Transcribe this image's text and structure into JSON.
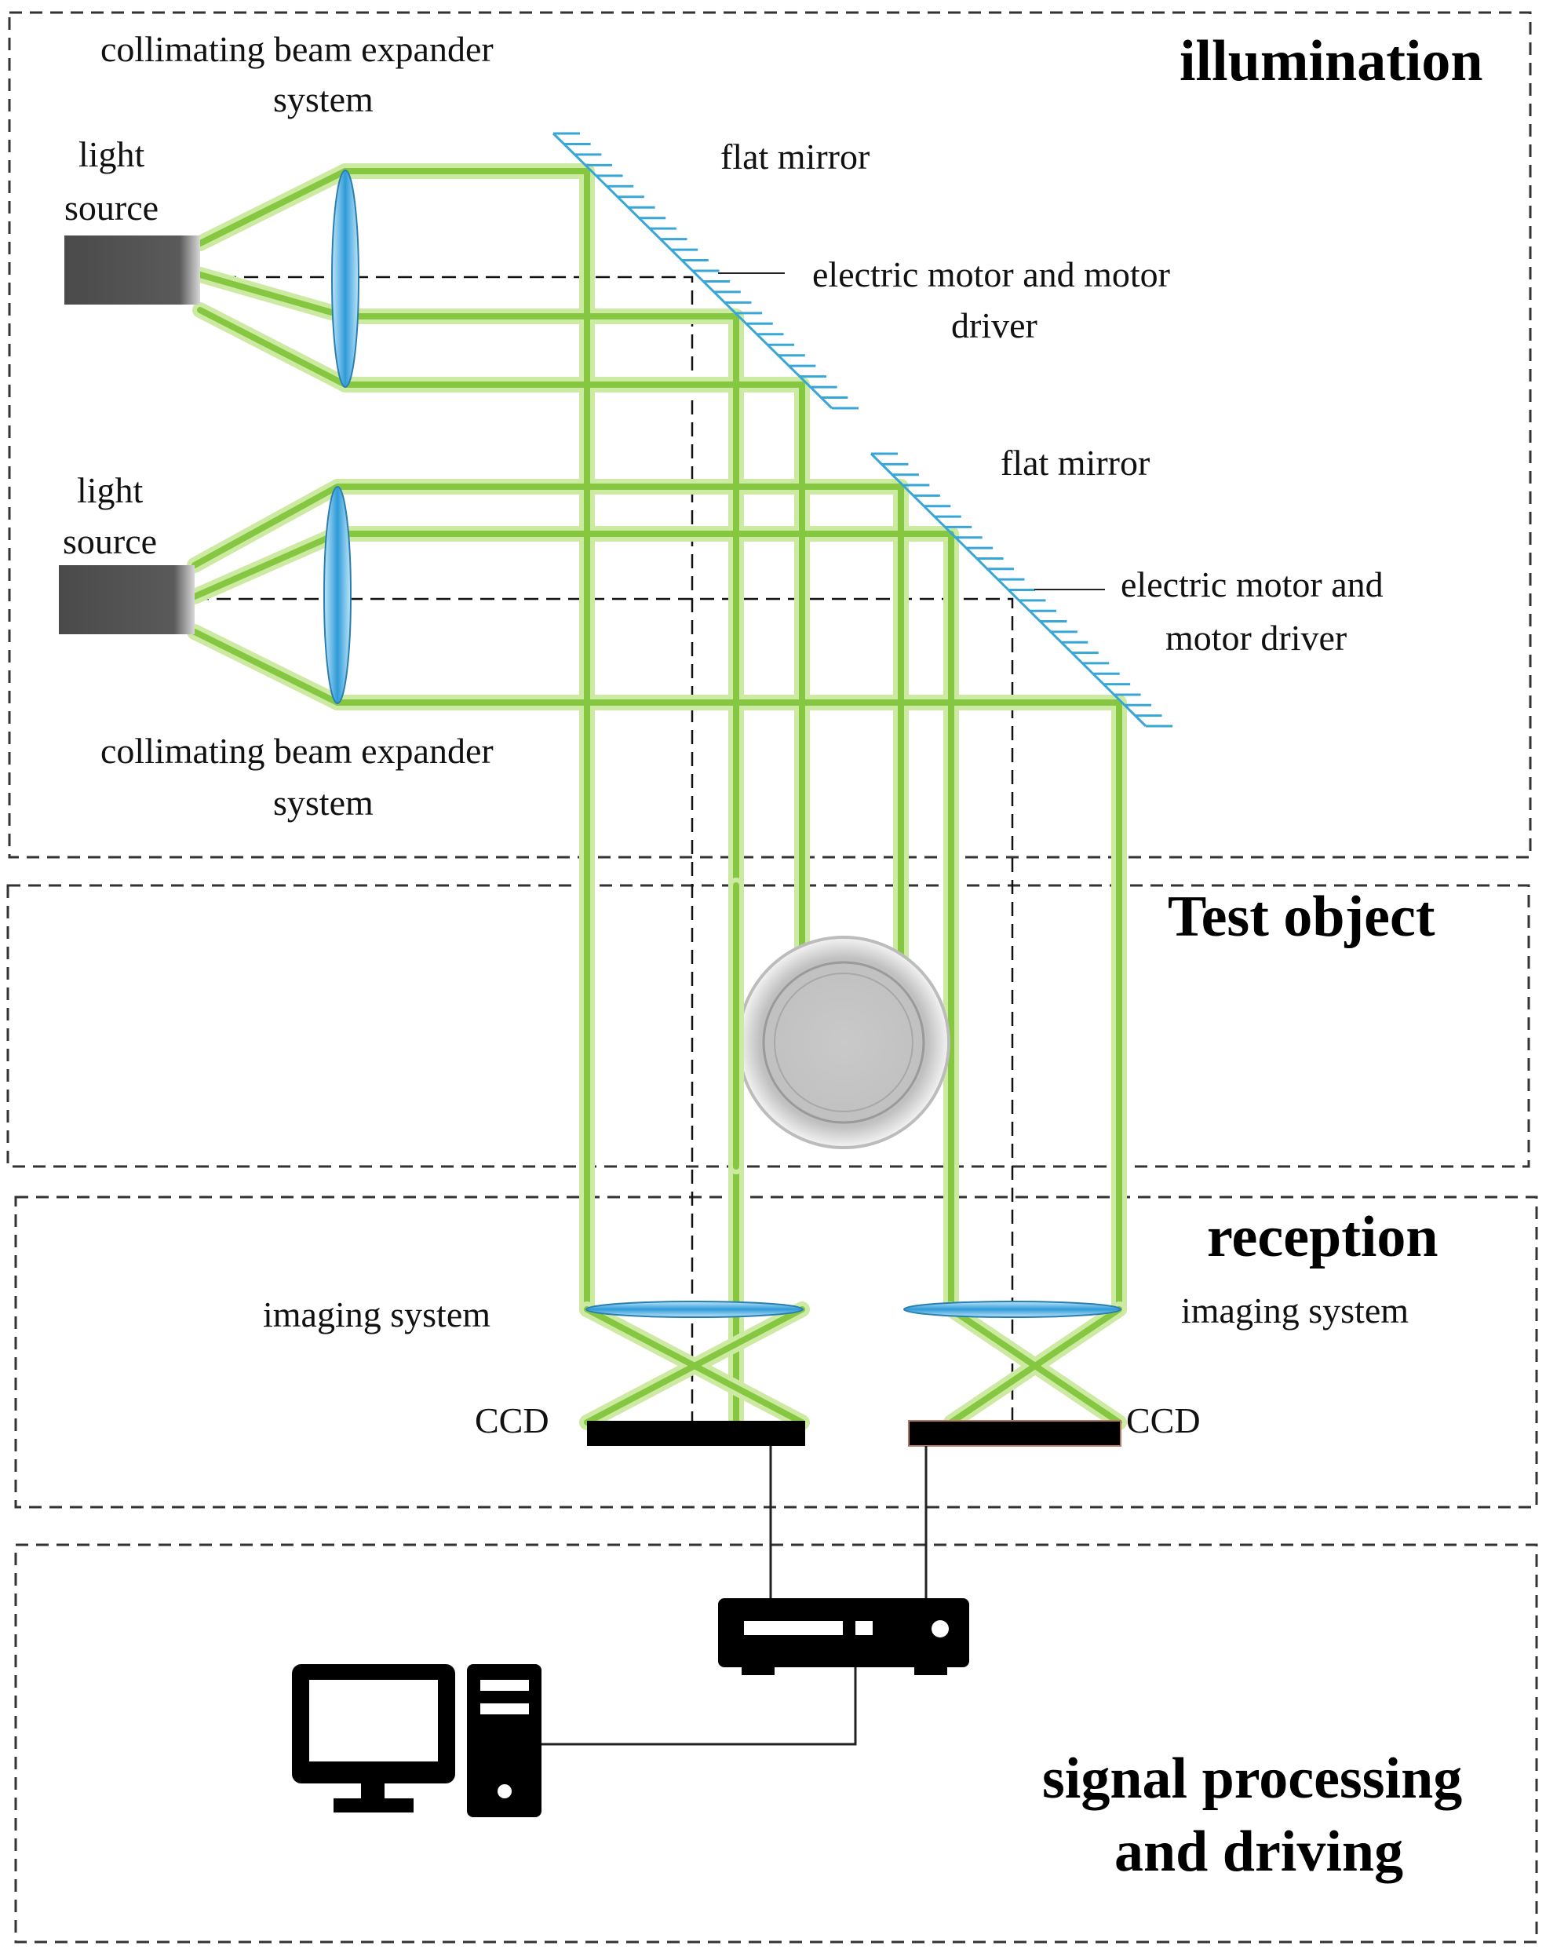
{
  "sections": {
    "illumination": "illumination",
    "test_object": "Test object",
    "reception": "reception",
    "signal_line1": "signal processing",
    "signal_line2": "and driving"
  },
  "labels": {
    "cbe_top_line1": "collimating beam expander",
    "cbe_top_line2": "system",
    "light_source_top_line1": "light",
    "light_source_top_line2": "source",
    "flat_mirror_top": "flat mirror",
    "motor_top_line1": "electric motor and motor",
    "motor_top_line2": "driver",
    "light_source_bottom_line1": "light",
    "light_source_bottom_line2": "source",
    "flat_mirror_bottom": "flat mirror",
    "motor_bottom_line1": "electric motor and",
    "motor_bottom_line2": "motor driver",
    "cbe_bottom_line1": "collimating beam expander",
    "cbe_bottom_line2": "system",
    "imaging_left": "imaging system",
    "imaging_right": "imaging system",
    "ccd_left": "CCD",
    "ccd_right": "CCD"
  },
  "colors": {
    "beam": "#86c742",
    "beam_glow": "#cdeaa2",
    "lens": "#3aa7e0",
    "mirror": "#39a6d8",
    "device": "#000000",
    "light_source": "#555555",
    "test_object": "#c4c4c4"
  },
  "icons": [
    "light-source-icon",
    "lens-icon",
    "flat-mirror-icon",
    "ccd-sensor-icon",
    "controller-device-icon",
    "computer-icon"
  ]
}
